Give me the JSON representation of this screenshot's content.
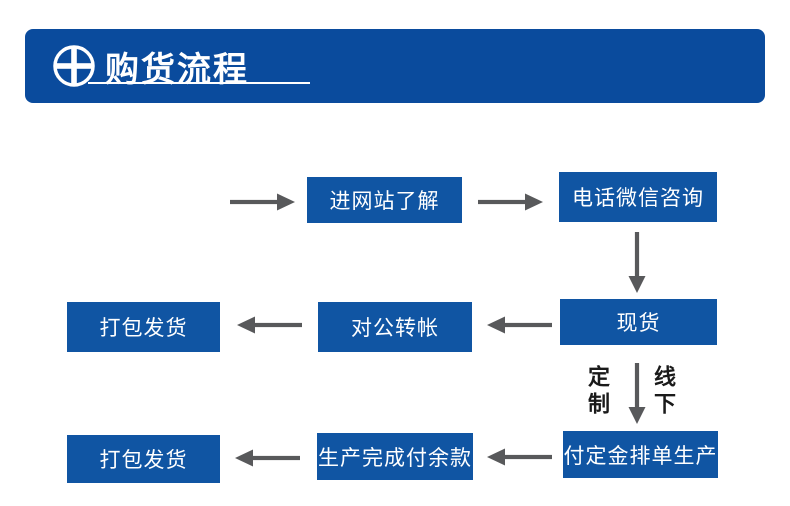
{
  "colors": {
    "page_bg": "#ffffff",
    "header_bg": "#0a4b9d",
    "header_text": "#ffffff",
    "underline": "#ffffff",
    "box_bg": "#1055a3",
    "box_text": "#ffffff",
    "arrow": "#58595b",
    "branch_text": "#1a1a1a"
  },
  "header": {
    "title": "购货流程",
    "icon": "plus-circle-icon"
  },
  "flow": {
    "nodes": [
      {
        "id": "visit-website",
        "label": "进网站了解"
      },
      {
        "id": "phone-wechat",
        "label": "电话微信咨询"
      },
      {
        "id": "in-stock",
        "label": "现货"
      },
      {
        "id": "corporate-transfer",
        "label": "对公转帐"
      },
      {
        "id": "pack-ship-cash",
        "label": "打包发货"
      },
      {
        "id": "deposit-production",
        "label": "付定金排单生产"
      },
      {
        "id": "balance-payment",
        "label": "生产完成付余款"
      },
      {
        "id": "pack-ship-custom",
        "label": "打包发货"
      }
    ],
    "branch_labels": {
      "left": "定制",
      "right": "线下"
    }
  }
}
